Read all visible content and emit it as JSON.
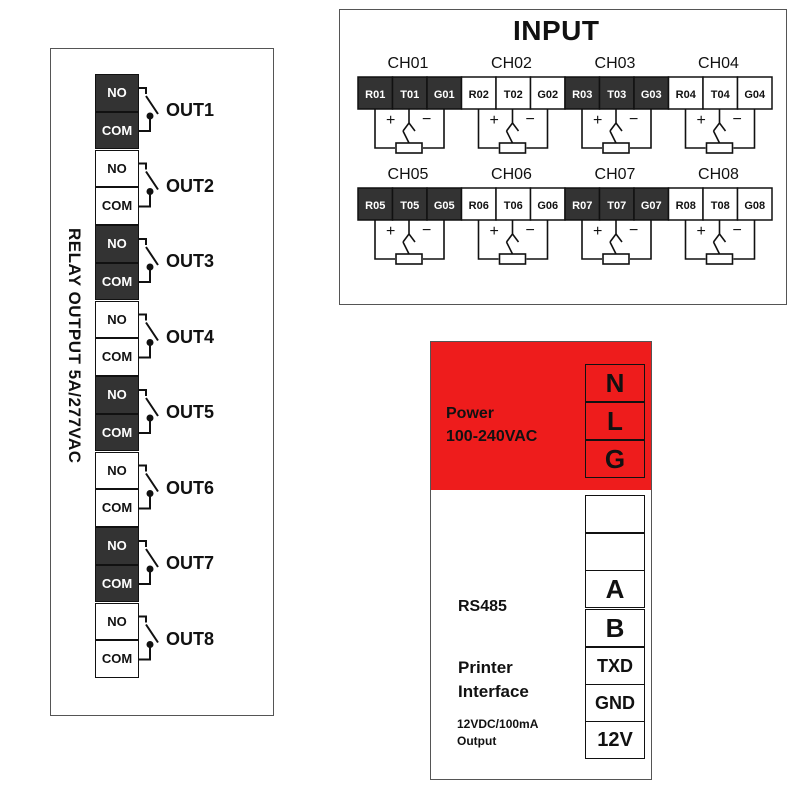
{
  "relay": {
    "side_label": "RELAY OUTPUT 5A/277VAC",
    "outputs": [
      {
        "no": "NO",
        "com": "COM",
        "label": "OUT1",
        "dark": true
      },
      {
        "no": "NO",
        "com": "COM",
        "label": "OUT2",
        "dark": false
      },
      {
        "no": "NO",
        "com": "COM",
        "label": "OUT3",
        "dark": true
      },
      {
        "no": "NO",
        "com": "COM",
        "label": "OUT4",
        "dark": false
      },
      {
        "no": "NO",
        "com": "COM",
        "label": "OUT5",
        "dark": true
      },
      {
        "no": "NO",
        "com": "COM",
        "label": "OUT6",
        "dark": false
      },
      {
        "no": "NO",
        "com": "COM",
        "label": "OUT7",
        "dark": true
      },
      {
        "no": "NO",
        "com": "COM",
        "label": "OUT8",
        "dark": false
      }
    ]
  },
  "input": {
    "title": "INPUT",
    "plus": "+",
    "minus": "−",
    "channels": [
      {
        "name": "CH01",
        "terminals": [
          "R01",
          "T01",
          "G01"
        ],
        "dark": true
      },
      {
        "name": "CH02",
        "terminals": [
          "R02",
          "T02",
          "G02"
        ],
        "dark": false
      },
      {
        "name": "CH03",
        "terminals": [
          "R03",
          "T03",
          "G03"
        ],
        "dark": true
      },
      {
        "name": "CH04",
        "terminals": [
          "R04",
          "T04",
          "G04"
        ],
        "dark": false
      },
      {
        "name": "CH05",
        "terminals": [
          "R05",
          "T05",
          "G05"
        ],
        "dark": true
      },
      {
        "name": "CH06",
        "terminals": [
          "R06",
          "T06",
          "G06"
        ],
        "dark": false
      },
      {
        "name": "CH07",
        "terminals": [
          "R07",
          "T07",
          "G07"
        ],
        "dark": true
      },
      {
        "name": "CH08",
        "terminals": [
          "R08",
          "T08",
          "G08"
        ],
        "dark": false
      }
    ]
  },
  "power": {
    "label_line1": "Power",
    "label_line2": "100-240VAC",
    "terminals": [
      "N",
      "L",
      "G"
    ],
    "color": "#ee1c1c"
  },
  "comm": {
    "terminals": [
      "",
      "",
      "A",
      "B",
      "TXD",
      "GND",
      "12V"
    ],
    "rs485": "RS485",
    "printer_line1": "Printer",
    "printer_line2": "Interface",
    "output_line1": "12VDC/100mA",
    "output_line2": "Output"
  },
  "colors": {
    "dark_terminal": "#333333",
    "line": "#111111"
  }
}
